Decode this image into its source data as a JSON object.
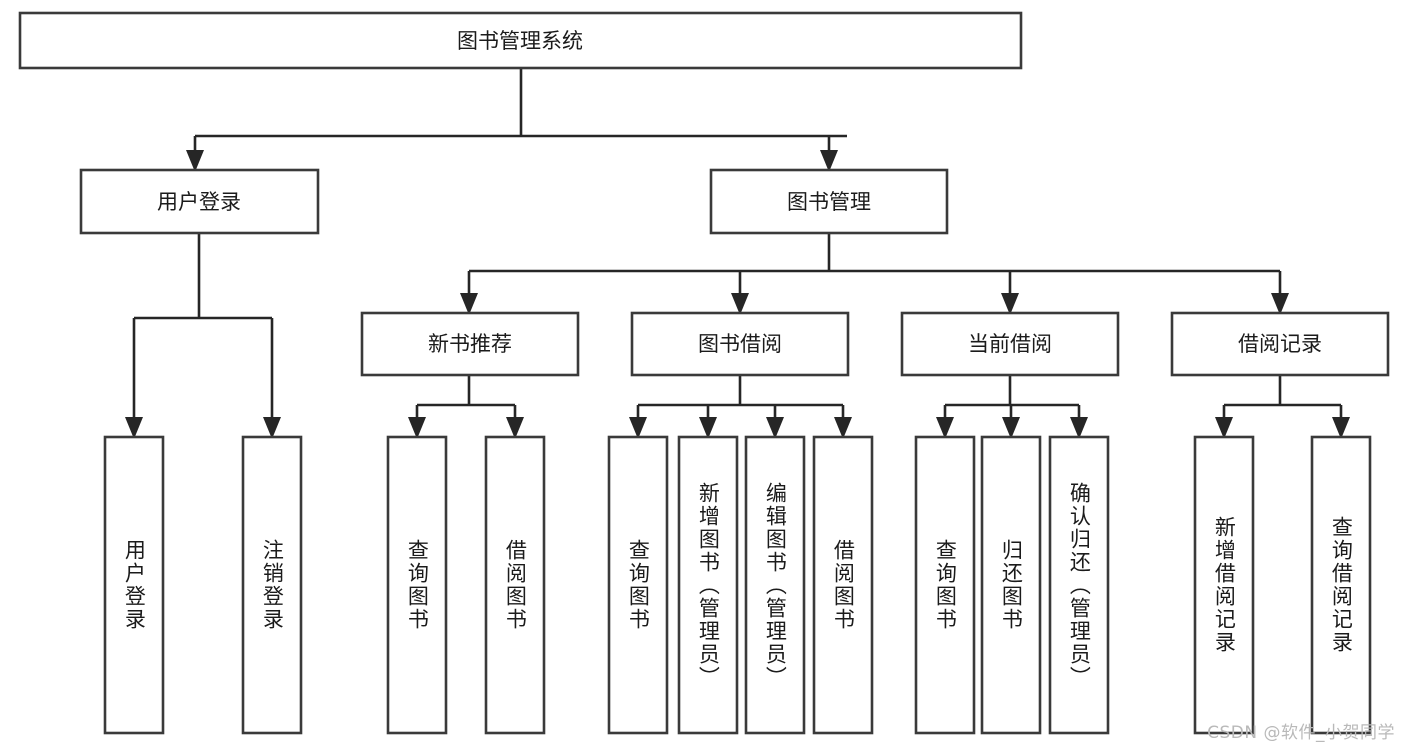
{
  "diagram": {
    "title": "图书管理系统",
    "type": "tree-flowchart",
    "watermark": "CSDN @软件_小贺同学",
    "colors": {
      "box_stroke": "#3a3a3a",
      "connector": "#262626",
      "background": "#ffffff",
      "text": "#1b1b1b",
      "watermark": "#b9b9b9"
    },
    "root": {
      "label": "图书管理系统"
    },
    "level2": [
      {
        "label": "用户登录"
      },
      {
        "label": "图书管理"
      }
    ],
    "level3": [
      {
        "label": "新书推荐"
      },
      {
        "label": "图书借阅"
      },
      {
        "label": "当前借阅"
      },
      {
        "label": "借阅记录"
      }
    ],
    "leaves": {
      "user_login": [
        {
          "label": "用户登录"
        },
        {
          "label": "注销登录"
        }
      ],
      "new_book": [
        {
          "label": "查询图书"
        },
        {
          "label": "借阅图书"
        }
      ],
      "book_borrow": [
        {
          "label": "查询图书"
        },
        {
          "label": "新增图书（管理员）"
        },
        {
          "label": "编辑图书（管理员）"
        },
        {
          "label": "借阅图书"
        }
      ],
      "current_borrow": [
        {
          "label": "查询图书"
        },
        {
          "label": "归还图书"
        },
        {
          "label": "确认归还（管理员）"
        }
      ],
      "borrow_record": [
        {
          "label": "新增借阅记录"
        },
        {
          "label": "查询借阅记录"
        }
      ]
    }
  },
  "chart_data": {
    "type": "table",
    "title": "图书管理系统",
    "nodes": [
      {
        "id": "root",
        "label": "图书管理系统",
        "level": 1,
        "parent": null
      },
      {
        "id": "n-user-login",
        "label": "用户登录",
        "level": 2,
        "parent": "root"
      },
      {
        "id": "n-book-mgmt",
        "label": "图书管理",
        "level": 2,
        "parent": "root"
      },
      {
        "id": "n-new-book",
        "label": "新书推荐",
        "level": 3,
        "parent": "n-book-mgmt"
      },
      {
        "id": "n-book-borrow",
        "label": "图书借阅",
        "level": 3,
        "parent": "n-book-mgmt"
      },
      {
        "id": "n-current-borrow",
        "label": "当前借阅",
        "level": 3,
        "parent": "n-book-mgmt"
      },
      {
        "id": "n-borrow-record",
        "label": "借阅记录",
        "level": 3,
        "parent": "n-book-mgmt"
      },
      {
        "id": "l-login",
        "label": "用户登录",
        "level": 4,
        "parent": "n-user-login"
      },
      {
        "id": "l-logout",
        "label": "注销登录",
        "level": 4,
        "parent": "n-user-login"
      },
      {
        "id": "l-nb-query",
        "label": "查询图书",
        "level": 4,
        "parent": "n-new-book"
      },
      {
        "id": "l-nb-borrow",
        "label": "借阅图书",
        "level": 4,
        "parent": "n-new-book"
      },
      {
        "id": "l-bb-query",
        "label": "查询图书",
        "level": 4,
        "parent": "n-book-borrow"
      },
      {
        "id": "l-bb-add",
        "label": "新增图书（管理员）",
        "level": 4,
        "parent": "n-book-borrow"
      },
      {
        "id": "l-bb-edit",
        "label": "编辑图书（管理员）",
        "level": 4,
        "parent": "n-book-borrow"
      },
      {
        "id": "l-bb-borrow",
        "label": "借阅图书",
        "level": 4,
        "parent": "n-book-borrow"
      },
      {
        "id": "l-cb-query",
        "label": "查询图书",
        "level": 4,
        "parent": "n-current-borrow"
      },
      {
        "id": "l-cb-return",
        "label": "归还图书",
        "level": 4,
        "parent": "n-current-borrow"
      },
      {
        "id": "l-cb-confirm",
        "label": "确认归还（管理员）",
        "level": 4,
        "parent": "n-current-borrow"
      },
      {
        "id": "l-br-add",
        "label": "新增借阅记录",
        "level": 4,
        "parent": "n-borrow-record"
      },
      {
        "id": "l-br-query",
        "label": "查询借阅记录",
        "level": 4,
        "parent": "n-borrow-record"
      }
    ]
  }
}
